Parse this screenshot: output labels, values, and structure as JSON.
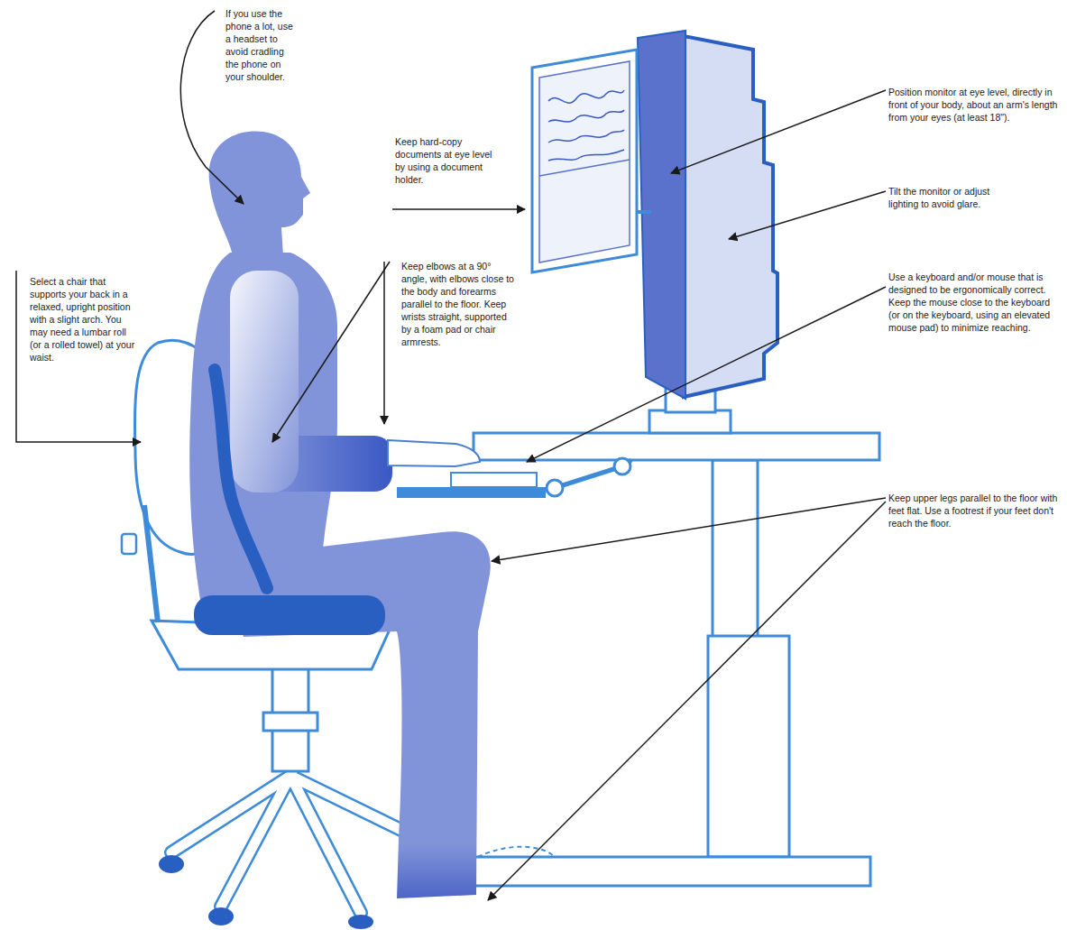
{
  "diagram": {
    "labels": [
      "If you use the phone a lot, use a headset to avoid cradling the phone on your shoulder.",
      "Keep hard-copy documents at eye level by using a document holder.",
      "Position monitor at eye level, directly in front of your body, about an arm's length from your eyes (at least 18\").",
      "Tilt the monitor or adjust lighting to avoid glare.",
      "Select a chair that supports your back in a relaxed, upright position with a slight arch. You may need a lumbar roll (or a rolled towel) at your waist.",
      "Keep elbows at a 90° angle, with elbows close to the body and forearms parallel to the floor. Keep wrists straight, supported by a foam pad or chair armrests.",
      "Use a keyboard and/or mouse that is designed to be ergonomically correct. Keep the mouse close to the keyboard (or on the keyboard, using an elevated mouse pad) to minimize reaching.",
      "Keep upper legs parallel to the floor with feet flat. Use a footrest if your feet don't reach the floor."
    ]
  }
}
